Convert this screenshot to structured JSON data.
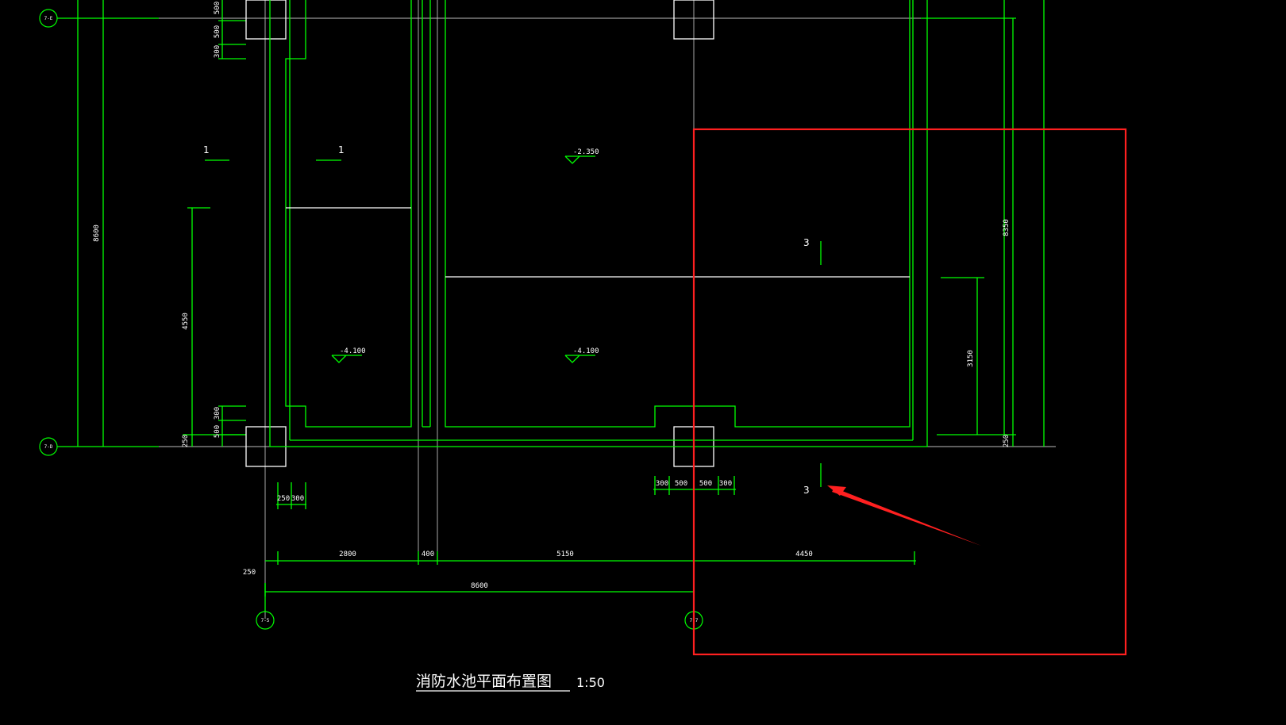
{
  "drawing": {
    "title": "消防水池平面布置图",
    "scale": "1:50",
    "axes": {
      "e": "7-E",
      "d": "7-D",
      "five": "7-5",
      "seven": "7-7"
    },
    "section_marks": {
      "one_left": "1",
      "one_right": "1",
      "three_top": "3",
      "three_bottom": "3"
    },
    "levels": {
      "top_right": "-2.350",
      "left_bottom": "-4.100",
      "right_bottom": "-4.100"
    },
    "dims": {
      "left_overall": "8600",
      "left_inner": "4550",
      "left_top_a": "500",
      "left_top_b": "500",
      "left_top_c": "300",
      "left_bot_a": "300",
      "left_bot_b": "500",
      "left_bot_c": "250",
      "col_a": "250",
      "col_b": "300",
      "mid_a": "300",
      "mid_b": "500",
      "mid_c": "500",
      "mid_d": "300",
      "bottom_2800": "2800",
      "bottom_400": "400",
      "bottom_5150": "5150",
      "bottom_4450": "4450",
      "bottom_left": "250",
      "bottom_overall": "8600",
      "right_overall": "8350",
      "right_inner": "3150",
      "right_small": "250"
    }
  },
  "annotation": {
    "box_color": "#ff2020",
    "arrow_color": "#ff2020",
    "line_color": "#00ff00"
  }
}
